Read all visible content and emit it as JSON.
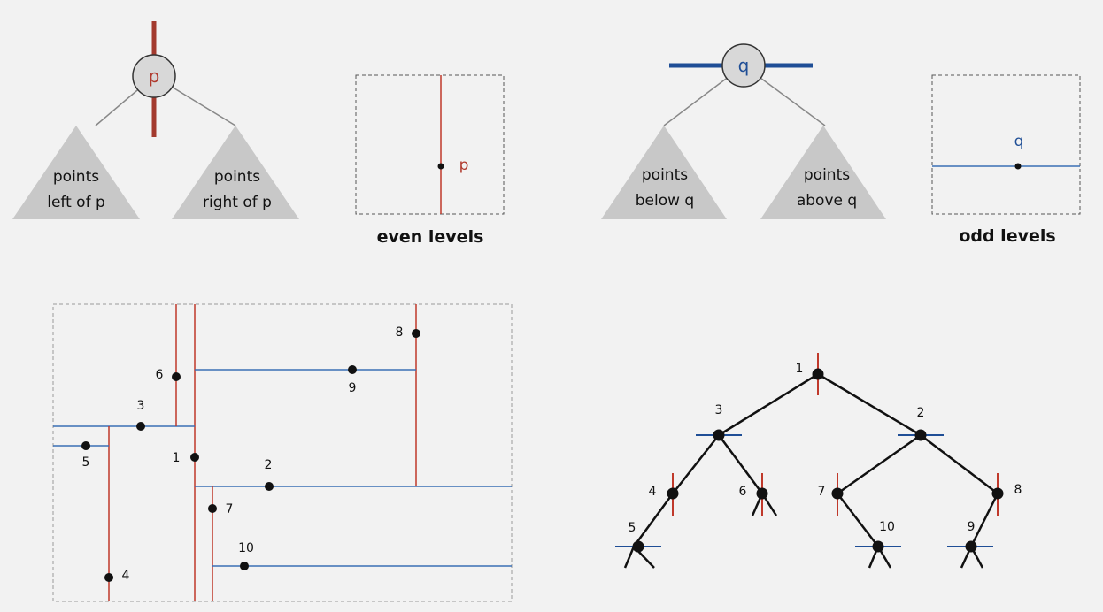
{
  "colors": {
    "red": "#b03a2e",
    "blue": "#1f4e96",
    "line_red": "#c0392b",
    "line_blue": "#3a6fb5",
    "triangle": "#c8c8c8",
    "node": "#d8d8d8"
  },
  "even": {
    "node_label": "p",
    "left_subtree": [
      "points",
      "left of p"
    ],
    "right_subtree": [
      "points",
      "right of p"
    ],
    "box_point_label": "p",
    "caption": "even levels"
  },
  "odd": {
    "node_label": "q",
    "left_subtree": [
      "points",
      "below q"
    ],
    "right_subtree": [
      "points",
      "above q"
    ],
    "box_point_label": "q",
    "caption": "odd levels"
  },
  "plane_points": [
    {
      "id": "1",
      "label": "1"
    },
    {
      "id": "2",
      "label": "2"
    },
    {
      "id": "3",
      "label": "3"
    },
    {
      "id": "4",
      "label": "4"
    },
    {
      "id": "5",
      "label": "5"
    },
    {
      "id": "6",
      "label": "6"
    },
    {
      "id": "7",
      "label": "7"
    },
    {
      "id": "8",
      "label": "8"
    },
    {
      "id": "9",
      "label": "9"
    },
    {
      "id": "10",
      "label": "10"
    }
  ],
  "tree_nodes": [
    {
      "id": "1",
      "label": "1"
    },
    {
      "id": "3",
      "label": "3"
    },
    {
      "id": "2",
      "label": "2"
    },
    {
      "id": "4",
      "label": "4"
    },
    {
      "id": "6",
      "label": "6"
    },
    {
      "id": "7",
      "label": "7"
    },
    {
      "id": "8",
      "label": "8"
    },
    {
      "id": "5",
      "label": "5"
    },
    {
      "id": "10",
      "label": "10"
    },
    {
      "id": "9",
      "label": "9"
    }
  ]
}
